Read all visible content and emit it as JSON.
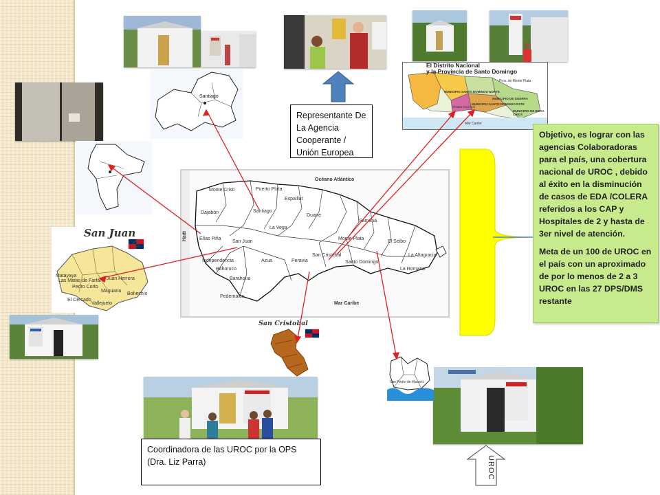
{
  "captions": {
    "representante": "Representante De La Agencia Cooperante / Unión Europea",
    "coordinadora": "Coordinadora de las UROC por la OPS (Dra. Liz Parra)"
  },
  "callout": {
    "objetivo": "Objetivo, es lograr con las agencias Colaboradoras para el país, una cobertura nacional de UROC , debido al éxito en la disminución de casos de EDA /COLERA referidos a los CAP y Hospitales de 2 y hasta de 3er nivel de atención.",
    "meta": "Meta de un 100 de UROC en el país con un aproximado de por lo menos de 2 a 3 UROC en las 27 DPS/DMS restante"
  },
  "arrow_label": "UROC",
  "maps": {
    "san_juan_title": "San Juan",
    "san_cristobal_title": "San Cristobal",
    "santo_domingo_title_1": "El Distrito Nacional",
    "santo_domingo_title_2": "y la Provincia de Santo Domingo",
    "dr_north_sea": "Océano Atlántico",
    "dr_south_sea": "Mar Caribe",
    "dr_haiti": "Haití",
    "santiago": "Santiago",
    "san_juan_towns": [
      "Matayaya",
      "Las Matas de Farfán",
      "Juan Herrera",
      "Pedro Corto",
      "Maguana",
      "El Cercado",
      "Vallejuelo",
      "Bohechío"
    ],
    "sd_areas": [
      "Prov. de Monte Plata",
      "MUNICIPIO SANTO DOMINGO NORTE",
      "MUNICIPIO DE GUERRA",
      "Distrito Nacional",
      "MUNICIPIO SANTO DOMINGO ESTE",
      "MUNICIPIO DE BOCA CHICA",
      "Mar Caribe"
    ],
    "dr_provinces": [
      "Monte Cristi",
      "Puerto Plata",
      "Espaillat",
      "Santiago",
      "Dajabón",
      "La Vega",
      "Duarte",
      "Samaná",
      "Elías Piña",
      "San Juan",
      "Azua",
      "Peravia",
      "San Cristóbal",
      "Monte Plata",
      "El Seibo",
      "La Altagracia",
      "La Romana",
      "Independencia",
      "Barahona",
      "Pedernales",
      "Bahoruco",
      "Santo Domingo"
    ],
    "spm_label": "San Pedro de Macorís"
  },
  "colors": {
    "callout_bg": "#c6ea8c",
    "yellow_brace": "#ffff00",
    "arrow_blue": "#4f81bd",
    "pointer_red": "#e02020"
  }
}
